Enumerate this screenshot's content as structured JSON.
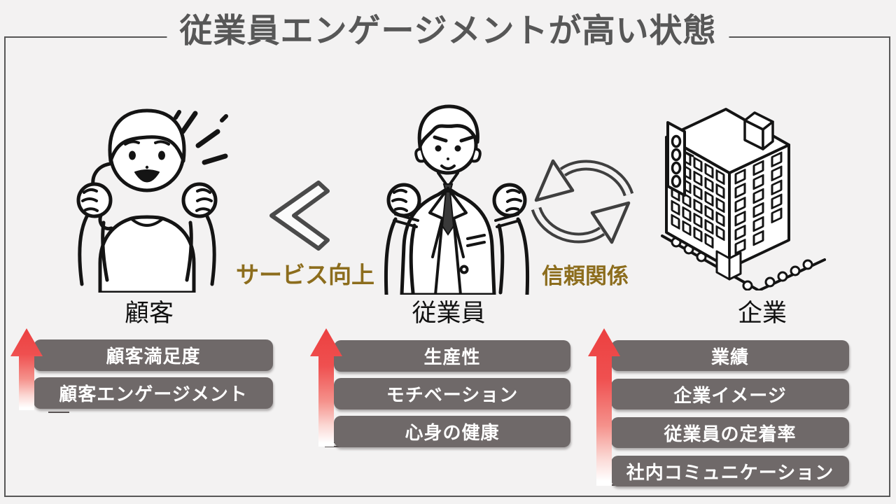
{
  "page": {
    "title": "従業員エンゲージメントが高い状態"
  },
  "actors": {
    "customer": {
      "label": "顧客"
    },
    "employee": {
      "label": "従業員"
    },
    "company": {
      "label": "企業"
    }
  },
  "relations": {
    "service_up": {
      "label": "サービス向上",
      "direction": "toward-customer"
    },
    "trust": {
      "label": "信頼関係",
      "direction": "mutual"
    }
  },
  "benefit_columns": [
    {
      "actor": "顧客",
      "items": [
        "顧客満足度",
        "顧客エンゲージメント"
      ]
    },
    {
      "actor": "従業員",
      "items": [
        "生産性",
        "モチベーション",
        "心身の健康"
      ]
    },
    {
      "actor": "企業",
      "items": [
        "業績",
        "企業イメージ",
        "従業員の定着率",
        "社内コミュニケーション"
      ]
    }
  ],
  "icons": {
    "customer": "cheering-woman-icon",
    "employee": "cheering-businessman-icon",
    "company": "office-building-icon",
    "service_direction": "chevron-left-icon",
    "trust_direction": "cycle-arrows-icon",
    "benefit_trend": "up-arrow-icon"
  },
  "colors": {
    "background": "#f3f2f2",
    "frame_border": "#575757",
    "title_text": "#575757",
    "relation_label": "#8c6d1d",
    "bar_background": "#6f6969",
    "bar_text": "#ffffff",
    "up_arrow_red": "#ed4343",
    "line_art": "#141414"
  }
}
